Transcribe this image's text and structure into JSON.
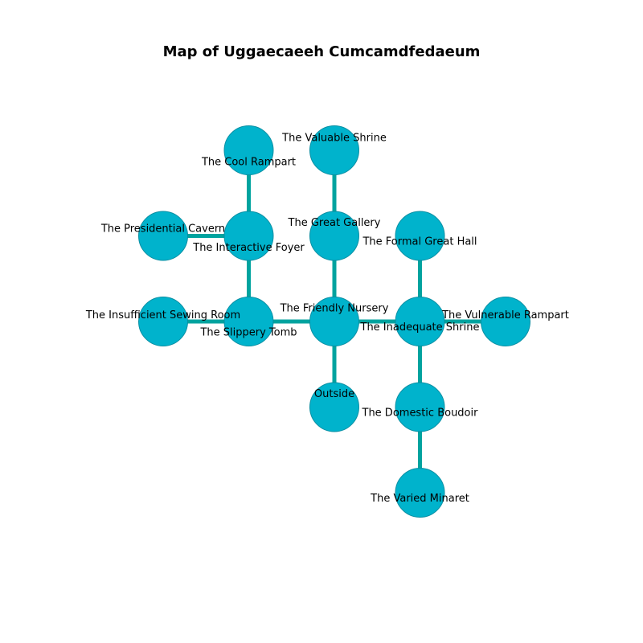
{
  "title": "Map of Uggaecaeeh Cumcamdfedaeum",
  "colors": {
    "node_fill": "#00b3cc",
    "node_stroke": "#0a8fa3",
    "edge": "#00a39f"
  },
  "rooms": [
    {
      "id": "cool-rampart",
      "label": "The Cool Rampart",
      "col": 1,
      "row": 0,
      "label_dx": 0,
      "label_dy": 0.14
    },
    {
      "id": "valuable-shrine",
      "label": "The Valuable Shrine",
      "col": 2,
      "row": 0,
      "label_dx": 0,
      "label_dy": -0.14
    },
    {
      "id": "presidential-cavern",
      "label": "The Presidential Cavern",
      "col": 0,
      "row": 1,
      "label_dx": 0,
      "label_dy": -0.08
    },
    {
      "id": "interactive-foyer",
      "label": "The Interactive Foyer",
      "col": 1,
      "row": 1,
      "label_dx": 0,
      "label_dy": 0.14
    },
    {
      "id": "great-gallery",
      "label": "The Great Gallery",
      "col": 2,
      "row": 1,
      "label_dx": 0,
      "label_dy": -0.15
    },
    {
      "id": "formal-great-hall",
      "label": "The Formal Great Hall",
      "col": 3,
      "row": 1,
      "label_dx": 0,
      "label_dy": 0.07
    },
    {
      "id": "insufficient-sewing-room",
      "label": "The Insufficient Sewing Room",
      "col": 0,
      "row": 2,
      "label_dx": 0,
      "label_dy": -0.07
    },
    {
      "id": "slippery-tomb",
      "label": "The Slippery Tomb",
      "col": 1,
      "row": 2,
      "label_dx": 0,
      "label_dy": 0.13
    },
    {
      "id": "friendly-nursery",
      "label": "The Friendly Nursery",
      "col": 2,
      "row": 2,
      "label_dx": 0,
      "label_dy": -0.15
    },
    {
      "id": "inadequate-shrine",
      "label": "The Inadequate Shrine",
      "col": 3,
      "row": 2,
      "label_dx": 0,
      "label_dy": 0.07
    },
    {
      "id": "vulnerable-rampart",
      "label": "The Vulnerable Rampart",
      "col": 4,
      "row": 2,
      "label_dx": 0,
      "label_dy": -0.07
    },
    {
      "id": "outside",
      "label": "Outside",
      "col": 2,
      "row": 3,
      "label_dx": 0,
      "label_dy": -0.15
    },
    {
      "id": "domestic-boudoir",
      "label": "The Domestic Boudoir",
      "col": 3,
      "row": 3,
      "label_dx": 0,
      "label_dy": 0.07
    },
    {
      "id": "varied-minaret",
      "label": "The Varied Minaret",
      "col": 3,
      "row": 4,
      "label_dx": 0,
      "label_dy": 0.07
    }
  ],
  "connections": [
    [
      "cool-rampart",
      "interactive-foyer"
    ],
    [
      "valuable-shrine",
      "great-gallery"
    ],
    [
      "presidential-cavern",
      "interactive-foyer"
    ],
    [
      "interactive-foyer",
      "slippery-tomb"
    ],
    [
      "great-gallery",
      "friendly-nursery"
    ],
    [
      "formal-great-hall",
      "inadequate-shrine"
    ],
    [
      "insufficient-sewing-room",
      "slippery-tomb"
    ],
    [
      "slippery-tomb",
      "friendly-nursery"
    ],
    [
      "friendly-nursery",
      "inadequate-shrine"
    ],
    [
      "inadequate-shrine",
      "vulnerable-rampart"
    ],
    [
      "friendly-nursery",
      "outside"
    ],
    [
      "inadequate-shrine",
      "domestic-boudoir"
    ],
    [
      "domestic-boudoir",
      "varied-minaret"
    ]
  ]
}
